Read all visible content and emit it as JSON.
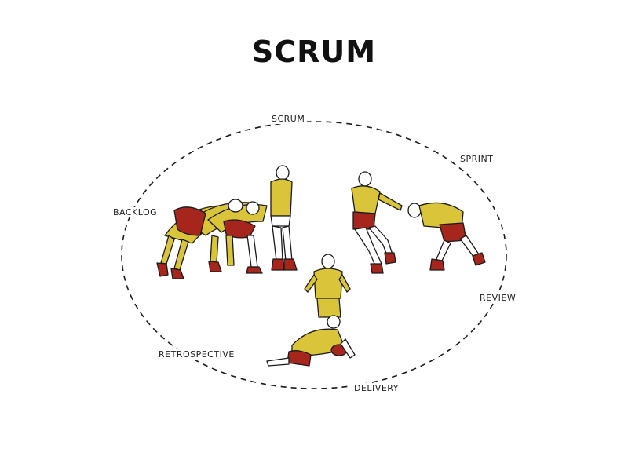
{
  "title": "SCRUM",
  "cycle_labels": {
    "scrum": "SCRUM",
    "sprint": "SPRINT",
    "review": "REVIEW",
    "delivery": "DELIVERY",
    "retrospective": "RETROSPECTIVE",
    "backlog": "BACKLOG"
  },
  "colors": {
    "jersey": "#D9C43A",
    "shorts": "#A6261E",
    "ink": "#1A1A1A"
  }
}
